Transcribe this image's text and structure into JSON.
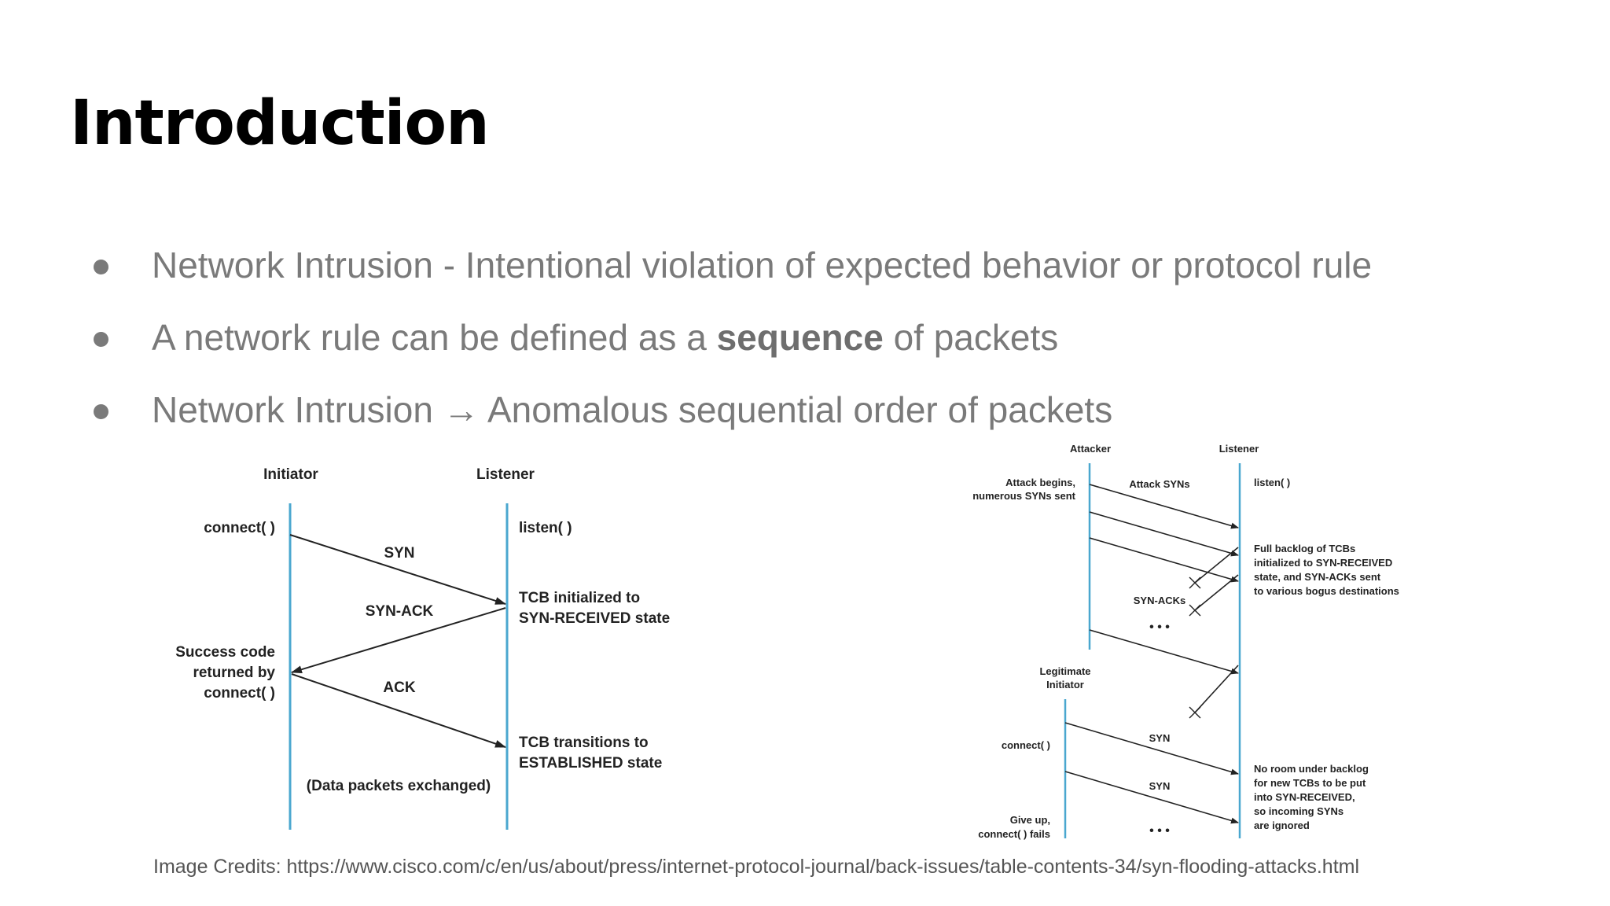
{
  "slide": {
    "title": "Introduction",
    "bullets": [
      {
        "pre": "Network Intrusion - Intentional violation of expected behavior or protocol rule",
        "bold": "",
        "post": ""
      },
      {
        "pre": "A network rule can be defined as a ",
        "bold": "sequence",
        "post": " of packets"
      },
      {
        "pre": "Network Intrusion → Anomalous sequential order of packets",
        "bold": "",
        "post": ""
      }
    ],
    "credits": "Image Credits: https://www.cisco.com/c/en/us/about/press/internet-protocol-journal/back-issues/table-contents-34/syn-flooding-attacks.html"
  },
  "handshake": {
    "initiator": "Initiator",
    "listener": "Listener",
    "connect": "connect( )",
    "listen": "listen( )",
    "syn": "SYN",
    "synack": "SYN-ACK",
    "ack": "ACK",
    "tcb_init_1": "TCB initialized to",
    "tcb_init_2": "SYN-RECEIVED state",
    "success_1": "Success code",
    "success_2": "returned by",
    "success_3": "connect( )",
    "tcb_est_1": "TCB transitions to",
    "tcb_est_2": "ESTABLISHED state",
    "data": "(Data packets exchanged)"
  },
  "flood": {
    "attacker": "Attacker",
    "listener": "Listener",
    "attack_begins_1": "Attack begins,",
    "attack_begins_2": "numerous SYNs sent",
    "attack_syns": "Attack SYNs",
    "listen": "listen( )",
    "backlog_1": "Full backlog of TCBs",
    "backlog_2": "initialized to SYN-RECEIVED",
    "backlog_3": "state, and SYN-ACKs sent",
    "backlog_4": "to various bogus destinations",
    "synacks": "SYN-ACKs",
    "ellipsis": "• • •",
    "legit_1": "Legitimate",
    "legit_2": "Initiator",
    "connect": "connect( )",
    "syn1": "SYN",
    "syn2": "SYN",
    "noroom_1": "No room under backlog",
    "noroom_2": "for new TCBs to be put",
    "noroom_3": "into SYN-RECEIVED,",
    "noroom_4": "so incoming SYNs",
    "noroom_5": "are ignored",
    "giveup_1": "Give up,",
    "giveup_2": "connect( ) fails",
    "ellipsis2": "• • •"
  }
}
